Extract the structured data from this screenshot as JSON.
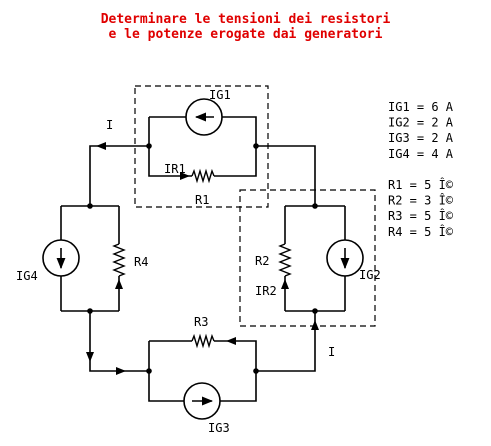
{
  "title": {
    "line1": "Determinare le tensioni dei resistori",
    "line2": "e le potenze erogate dai generatori"
  },
  "labels": {
    "IG1": "IG1",
    "IG2": "IG2",
    "IG3": "IG3",
    "IG4": "IG4",
    "R1": "R1",
    "R2": "R2",
    "R3": "R3",
    "R4": "R4",
    "IR1": "IR1",
    "IR2": "IR2",
    "I_left": "I",
    "I_right": "I"
  },
  "values": [
    "IG1 = 6 A",
    "IG2 = 2 A",
    "IG3 = 2 A",
    "IG4 = 4 A",
    "",
    "R1 = 5 Î©",
    "R2 = 3 Î©",
    "R3 = 5 Î©",
    "R4 = 5 Î©"
  ],
  "colors": {
    "title": "#e00000",
    "wire": "#000000"
  }
}
